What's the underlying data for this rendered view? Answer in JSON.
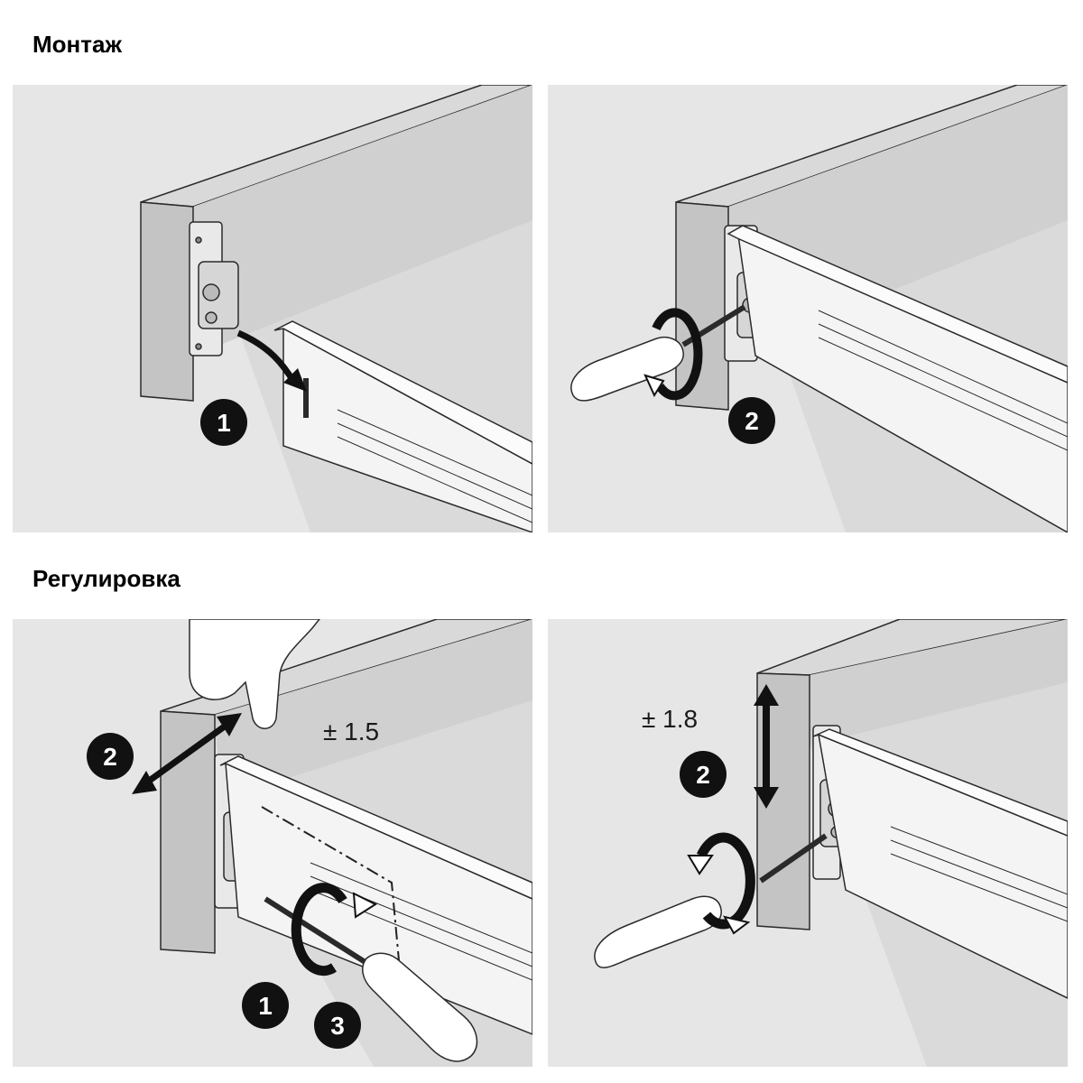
{
  "sections": {
    "mount": {
      "title": "Монтаж"
    },
    "adjust": {
      "title": "Регулировка"
    }
  },
  "panels": [
    {
      "steps": [
        "1"
      ]
    },
    {
      "steps": [
        "2"
      ]
    },
    {
      "steps": [
        "2",
        "1",
        "3"
      ],
      "tolerance": "± 1.5"
    },
    {
      "steps": [
        "2"
      ],
      "tolerance": "± 1.8"
    }
  ],
  "colors": {
    "panel_bg": "#e6e6e6",
    "wall": "#d2d2d2",
    "front_face": "#cfcfcf",
    "edge": "#bdbdbd",
    "drawer_side": "#f4f4f4",
    "outline": "#2a2a2a",
    "badge": "#111111"
  }
}
